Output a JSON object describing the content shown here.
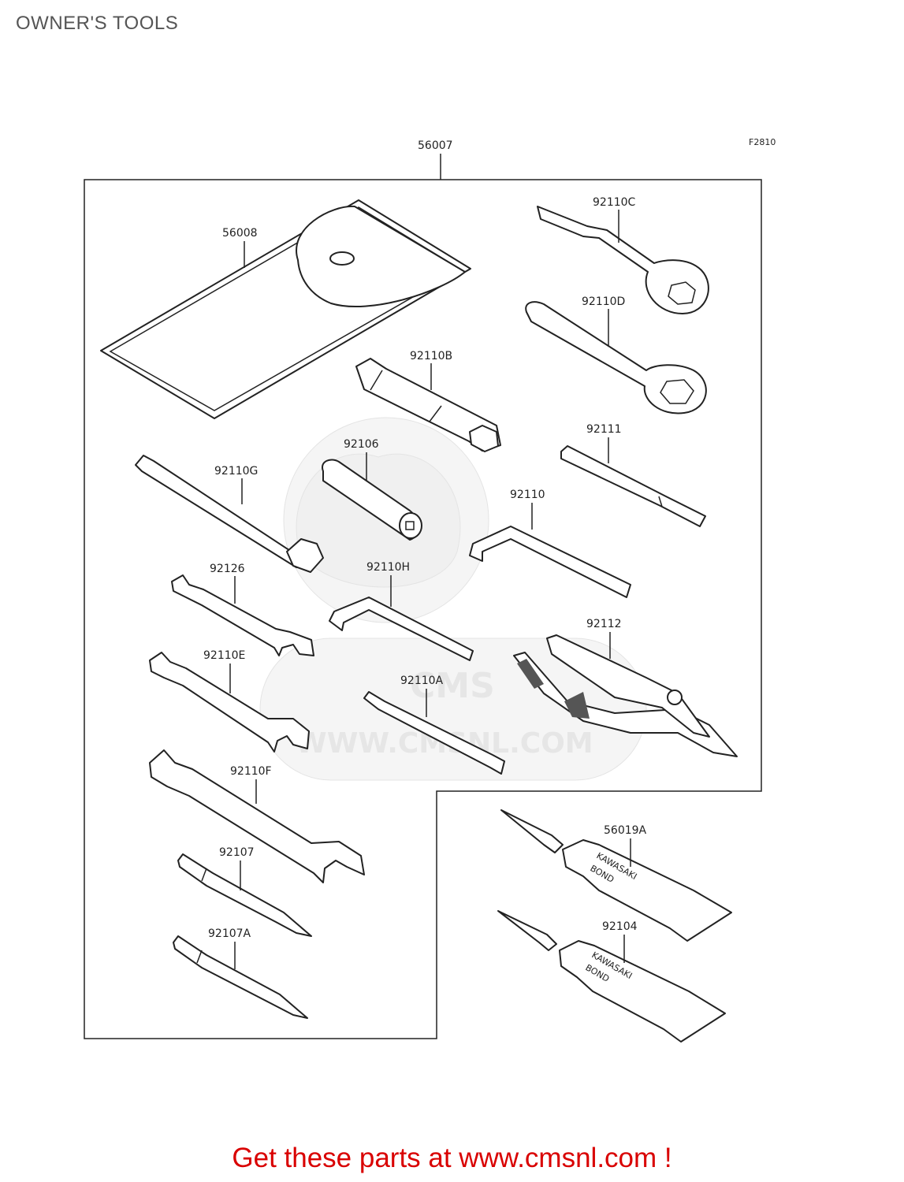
{
  "page": {
    "title": "OWNER'S TOOLS",
    "figure_code": "F2810"
  },
  "assembly": {
    "part_number": "56007"
  },
  "parts": [
    {
      "id": "56008"
    },
    {
      "id": "92110C"
    },
    {
      "id": "92110D"
    },
    {
      "id": "92110B"
    },
    {
      "id": "92111"
    },
    {
      "id": "92106"
    },
    {
      "id": "92110G"
    },
    {
      "id": "92110"
    },
    {
      "id": "92126"
    },
    {
      "id": "92110H"
    },
    {
      "id": "92112"
    },
    {
      "id": "92110E"
    },
    {
      "id": "92110A"
    },
    {
      "id": "92110F"
    },
    {
      "id": "92107"
    },
    {
      "id": "92107A"
    },
    {
      "id": "56019A",
      "tube_text": [
        "KAWASAKI",
        "BOND"
      ]
    },
    {
      "id": "92104",
      "tube_text": [
        "KAWASAKI",
        "BOND"
      ]
    }
  ],
  "watermark": {
    "brand": "CMS",
    "url": "WWW.CMSNL.COM"
  },
  "footer": {
    "link_text": "Get these parts at www.cmsnl.com !"
  }
}
